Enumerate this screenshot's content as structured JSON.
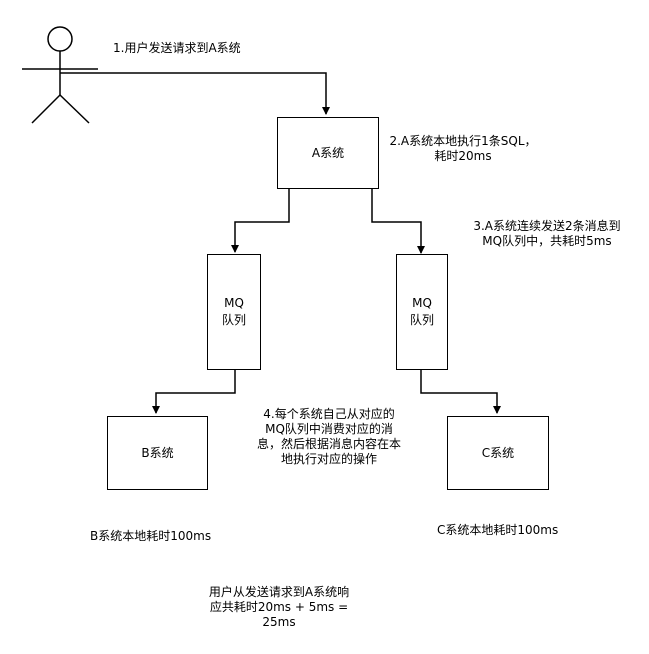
{
  "nodes": {
    "a_system": "A系统",
    "mq_left": [
      "MQ",
      "队列"
    ],
    "mq_right": [
      "MQ",
      "队列"
    ],
    "b_system": "B系统",
    "c_system": "C系统"
  },
  "annotations": {
    "step1": "1.用户发送请求到A系统",
    "step2": [
      "2.A系统本地执行1条SQL，",
      "耗时20ms"
    ],
    "step3": [
      "3.A系统连续发送2条消息到",
      "MQ队列中，共耗时5ms"
    ],
    "step4": [
      "4.每个系统自己从对应的",
      "MQ队列中消费对应的消",
      "息，然后根据消息内容在本",
      "地执行对应的操作"
    ],
    "b_time": "B系统本地耗时100ms",
    "c_time": "C系统本地耗时100ms",
    "total": [
      "用户从发送请求到A系统响",
      "应共耗时20ms + 5ms =",
      "25ms"
    ]
  }
}
